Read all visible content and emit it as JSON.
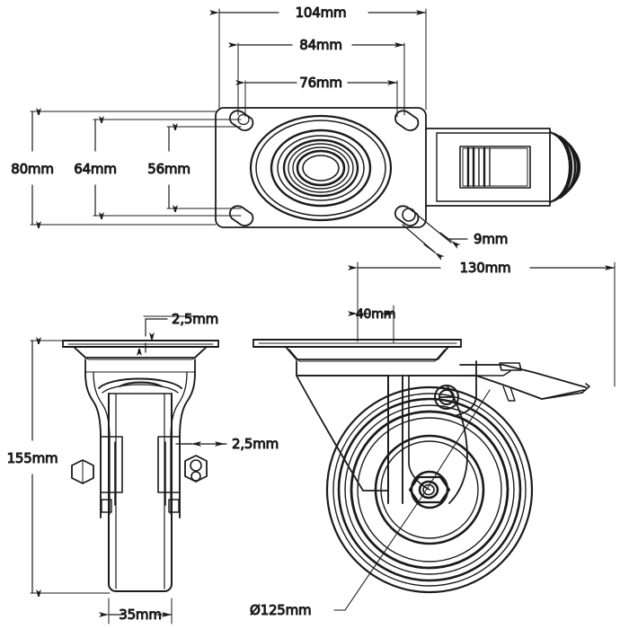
{
  "drawing": {
    "title": "Swivel caster with brake - dimensioned technical drawing",
    "line_color": "#1b1b1b",
    "background_color": "#ffffff",
    "units": "mm",
    "views": [
      {
        "id": "top-view",
        "name": "top-plate-view",
        "position": "top"
      },
      {
        "id": "front-view",
        "name": "rigid-front-view",
        "position": "bottom-left"
      },
      {
        "id": "side-view",
        "name": "swivel-side-view",
        "position": "bottom-right"
      }
    ]
  },
  "dimensions": {
    "plate_width": "104mm",
    "bolt_hole_spacing_outer": "84mm",
    "bolt_hole_spacing_inner": "76mm",
    "plate_depth": "80mm",
    "bolt_hole_depth_outer": "64mm",
    "bolt_hole_depth_inner": "56mm",
    "bolt_hole_size": "9mm",
    "plate_thickness": "2,5mm",
    "fork_thickness": "2,5mm",
    "overall_height": "155mm",
    "wheel_width": "35mm",
    "overall_length": "130mm",
    "swivel_offset": "40mm",
    "wheel_diameter": "Ø125mm"
  },
  "labels": {
    "d104": "104mm",
    "d84": "84mm",
    "d76": "76mm",
    "d80": "80mm",
    "d64": "64mm",
    "d56": "56mm",
    "d9": "9mm",
    "d25_top": "2,5mm",
    "d25_side": "2,5mm",
    "d155": "155mm",
    "d35": "35mm",
    "d130": "130mm",
    "d40": "40mm",
    "d125": "Ø125mm"
  }
}
